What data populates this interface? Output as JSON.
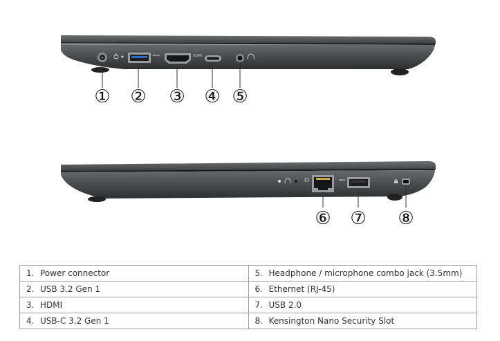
{
  "callouts_top": [
    "①",
    "②",
    "③",
    "④",
    "⑤"
  ],
  "callouts_bottom": [
    "⑥",
    "⑦",
    "⑧"
  ],
  "port_labels": {
    "hdmi_logo": "HDMI"
  },
  "legend": {
    "left": [
      {
        "num": "1.",
        "label": "Power connector"
      },
      {
        "num": "2.",
        "label": "USB 3.2 Gen 1"
      },
      {
        "num": "3.",
        "label": "HDMI"
      },
      {
        "num": "4.",
        "label": "USB-C 3.2 Gen 1"
      }
    ],
    "right": [
      {
        "num": "5.",
        "label": "Headphone / microphone combo jack (3.5mm)"
      },
      {
        "num": "6.",
        "label": "Ethernet (RJ-45)"
      },
      {
        "num": "7.",
        "label": "USB 2.0"
      },
      {
        "num": "8.",
        "label": "Kensington Nano Security Slot"
      }
    ]
  },
  "colors": {
    "chassis": "#4a4b4d",
    "chassis_dark": "#2b2c2e",
    "lid": "#58595b",
    "callout": "#111111",
    "border": "#9a9a9a"
  }
}
